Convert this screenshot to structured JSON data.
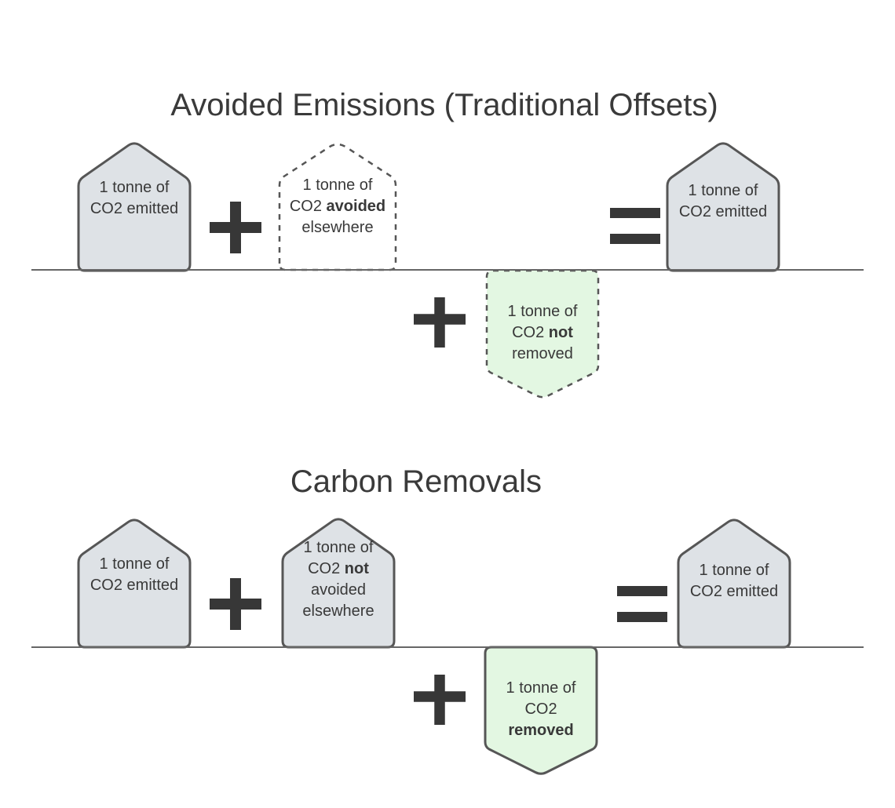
{
  "colors": {
    "background": "#ffffff",
    "house_fill": "#dee2e6",
    "green_fill": "#e3f7e2",
    "shape_stroke": "#565656",
    "operator_color": "#373737",
    "ground_line_color": "#666666",
    "title_color": "#3a3a3a",
    "label_color": "#393939"
  },
  "sections": [
    {
      "id": "avoided-emissions",
      "title": "Avoided Emissions (Traditional Offsets)",
      "operators": {
        "plus_above": "+",
        "equals": "=",
        "plus_below": "+"
      },
      "shapes": {
        "left_house": {
          "variant": "solid-gray-house",
          "line1": "1 tonne of",
          "line2": "CO2 emitted"
        },
        "middle_house": {
          "variant": "dashed-white-house",
          "line1": "1 tonne of",
          "line2_pre": "CO2 ",
          "line2_bold": "avoided",
          "line3": "elsewhere"
        },
        "right_house": {
          "variant": "solid-gray-house",
          "line1": "1 tonne of",
          "line2": "CO2 emitted"
        },
        "below_ground": {
          "variant": "dashed-green-pennant",
          "line1": "1 tonne of",
          "line2_pre": "CO2 ",
          "line2_bold": "not",
          "line3": "removed"
        }
      }
    },
    {
      "id": "carbon-removals",
      "title": "Carbon Removals",
      "operators": {
        "plus_above": "+",
        "equals": "=",
        "plus_below": "+"
      },
      "shapes": {
        "left_house": {
          "variant": "solid-gray-house",
          "line1": "1 tonne of",
          "line2": "CO2 emitted"
        },
        "middle_house": {
          "variant": "solid-gray-house",
          "line1": "1 tonne of",
          "line2_pre": "CO2 ",
          "line2_bold": "not",
          "line3": "avoided",
          "line4": "elsewhere"
        },
        "right_house": {
          "variant": "solid-gray-house",
          "line1": "1 tonne of",
          "line2": "CO2 emitted"
        },
        "below_ground": {
          "variant": "solid-green-pennant",
          "line1": "1 tonne of",
          "line2": "CO2",
          "line3_bold": "removed"
        }
      }
    }
  ]
}
